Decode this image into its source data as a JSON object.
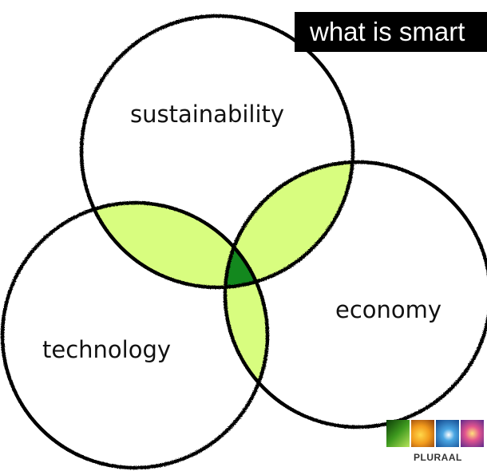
{
  "title": "what is smart",
  "circles": [
    {
      "label": "sustainability"
    },
    {
      "label": "economy"
    },
    {
      "label": "technology"
    }
  ],
  "colors": {
    "pair_overlap": "#d8fd7f",
    "triple_overlap": "#13881e",
    "outline": "#000000",
    "title_background": "#000000",
    "title_text": "#ffffff"
  },
  "logo": {
    "text": "PLURAAL",
    "tiles": [
      "green-leaf-tile",
      "orange-sunflower-tile",
      "blue-eye-tile",
      "purple-spiral-tile"
    ]
  }
}
